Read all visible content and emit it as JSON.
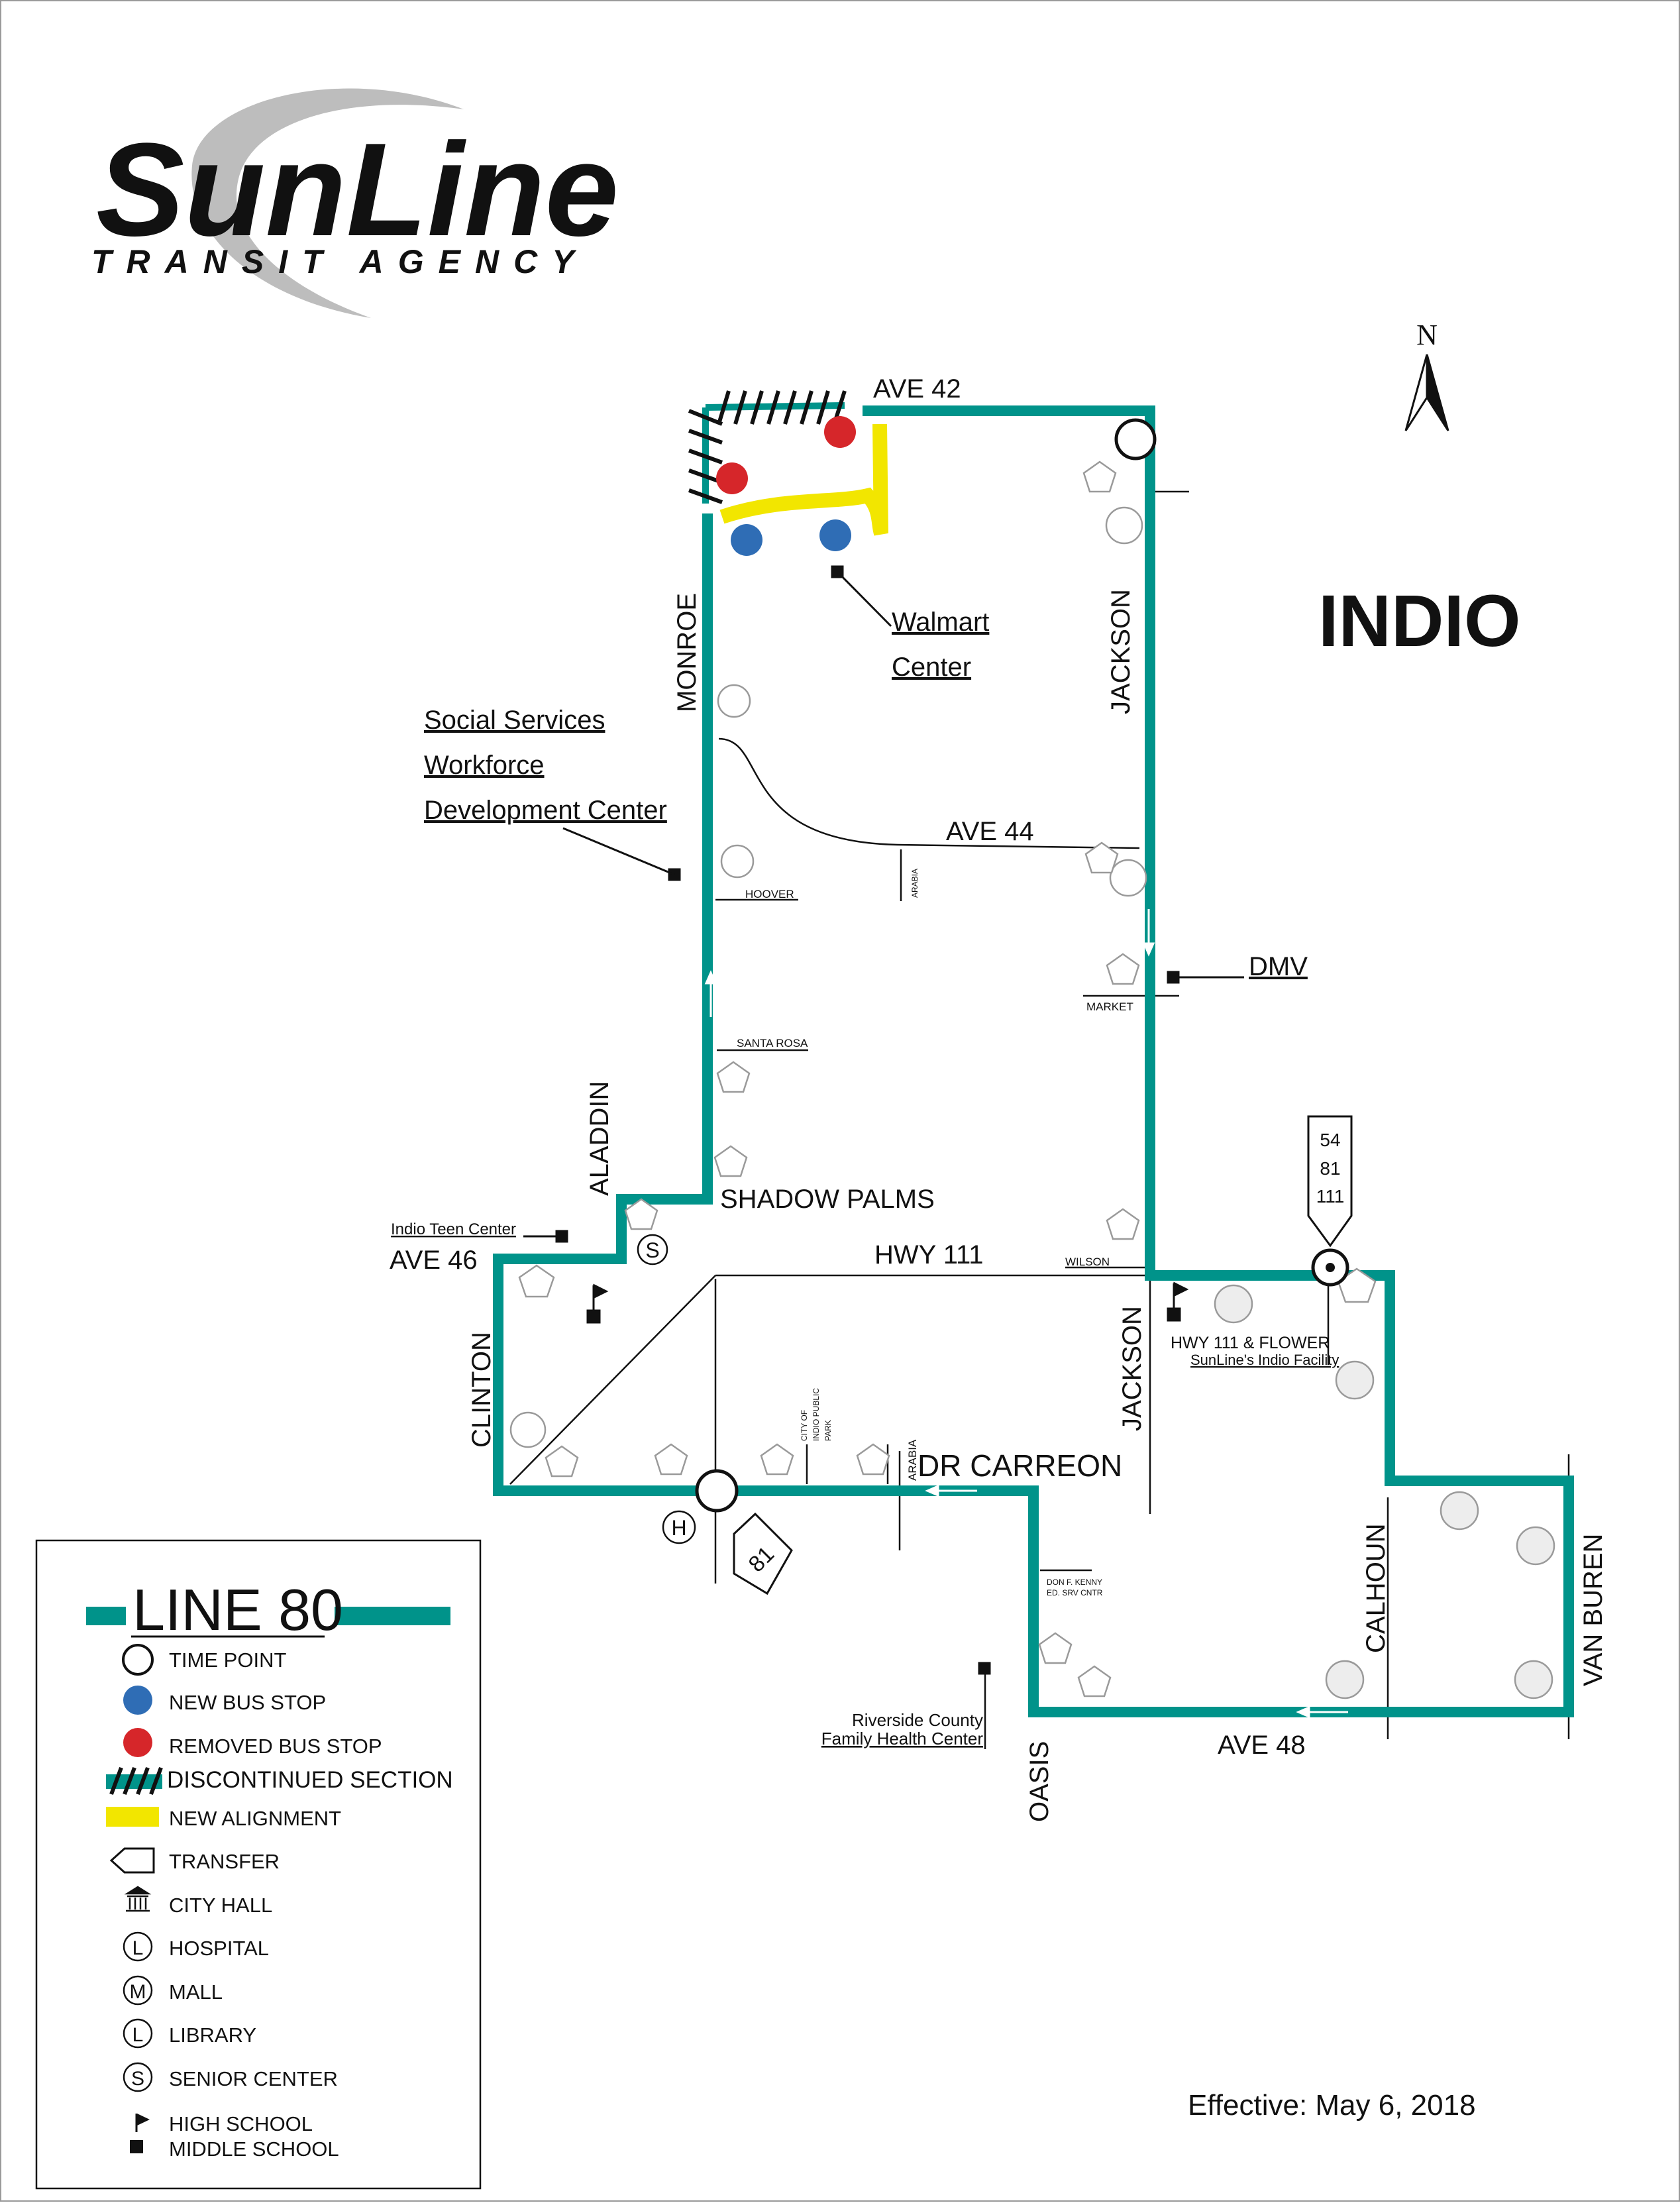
{
  "agency": {
    "name": "SunLine",
    "subtitle": "TRANSIT AGENCY"
  },
  "map": {
    "city": "INDIO",
    "north_label": "N",
    "effective": "Effective: May 6, 2018"
  },
  "streets": {
    "ave42": "AVE 42",
    "monroe": "MONROE",
    "jackson_north": "JACKSON",
    "ave44": "AVE 44",
    "arabia_north": "ARABIA",
    "hoover": "HOOVER",
    "market": "MARKET",
    "santa_rosa": "SANTA ROSA",
    "aladdin": "ALADDIN",
    "shadow_palms": "SHADOW PALMS",
    "hwy111": "HWY 111",
    "wilson": "WILSON",
    "ave46": "AVE 46",
    "clinton": "CLINTON",
    "jackson_south": "JACKSON",
    "dr_carreon": "DR CARREON",
    "arabia_south": "ARABIA",
    "calhoun": "CALHOUN",
    "van_buren": "VAN BUREN",
    "ave48": "AVE 48",
    "oasis": "OASIS"
  },
  "places": {
    "walmart_line1": "Walmart",
    "walmart_line2": "Center",
    "social_line1": "Social Services",
    "social_line2": "Workforce",
    "social_line3": "Development Center",
    "dmv": "DMV",
    "teen_center": "Indio Teen Center",
    "park_line1": "CITY OF",
    "park_line2": "INDIO PUBLIC",
    "park_line3": "PARK",
    "hwy111_flower": "HWY 111 & FLOWER",
    "indio_facility": "SunLine's Indio Facility",
    "don_kenny_line1": "DON F. KENNY",
    "don_kenny_line2": "ED. SRV CNTR",
    "riverside_line1": "Riverside County",
    "riverside_line2": "Family Health Center"
  },
  "transfers": [
    "54",
    "81",
    "111"
  ],
  "highway_shield": "81",
  "map_symbols": {
    "senior": "S",
    "hospital": "H"
  },
  "legend": {
    "title": "LINE 80",
    "items": [
      {
        "symbol": "time-point",
        "label": "TIME POINT"
      },
      {
        "symbol": "new-stop",
        "label": "NEW BUS STOP"
      },
      {
        "symbol": "removed-stop",
        "label": "REMOVED BUS STOP"
      },
      {
        "symbol": "discontinued",
        "label": "DISCONTINUED SECTION"
      },
      {
        "symbol": "new-alignment",
        "label": "NEW ALIGNMENT"
      },
      {
        "symbol": "transfer",
        "label": "TRANSFER"
      },
      {
        "symbol": "city-hall",
        "label": "CITY HALL"
      },
      {
        "symbol": "hospital",
        "label": "HOSPITAL",
        "letter": "L"
      },
      {
        "symbol": "mall",
        "label": "MALL",
        "letter": "M"
      },
      {
        "symbol": "library",
        "label": "LIBRARY",
        "letter": "L"
      },
      {
        "symbol": "senior-center",
        "label": "SENIOR CENTER",
        "letter": "S"
      },
      {
        "symbol": "high-school",
        "label": "HIGH SCHOOL"
      },
      {
        "symbol": "middle-school",
        "label": "MIDDLE SCHOOL"
      }
    ]
  },
  "colors": {
    "route": "#00938a",
    "new_stop": "#2f6db5",
    "removed_stop": "#d6262a",
    "new_alignment": "#f2e600",
    "discontinued": "#111111",
    "stop_fill": "#ffffff",
    "stop_stroke": "#9a9a9a"
  }
}
